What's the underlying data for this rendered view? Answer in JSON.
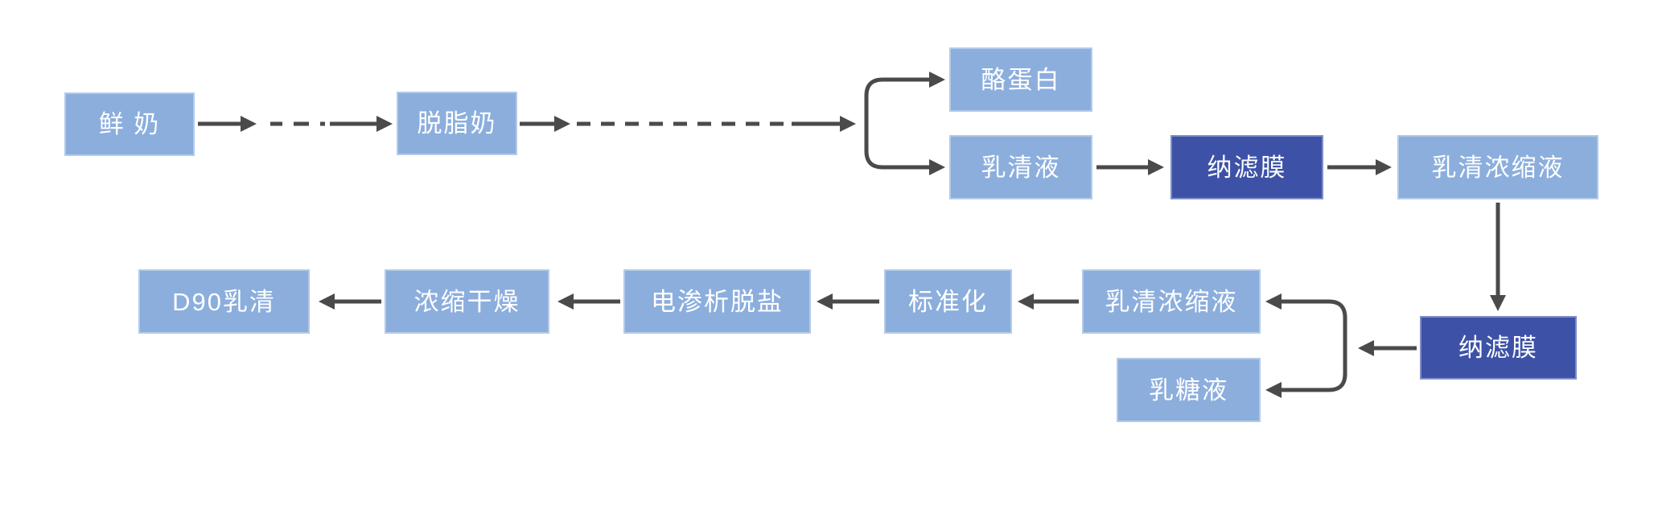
{
  "diagram_type": "flowchart",
  "colors": {
    "node_light": "#8BAEDD",
    "node_dark": "#3D52A7",
    "node_text": "#FFFFFF",
    "connector": "#4A4A4A",
    "background": "#FFFFFF"
  },
  "nodes": {
    "fresh_milk": {
      "label": "鲜 奶",
      "variant": "light"
    },
    "skim_milk": {
      "label": "脱脂奶",
      "variant": "light"
    },
    "casein": {
      "label": "酪蛋白",
      "variant": "light"
    },
    "whey_liquid": {
      "label": "乳清液",
      "variant": "light"
    },
    "nf_membrane_1": {
      "label": "纳滤膜",
      "variant": "dark"
    },
    "whey_concentrate_1": {
      "label": "乳清浓缩液",
      "variant": "light"
    },
    "nf_membrane_2": {
      "label": "纳滤膜",
      "variant": "dark"
    },
    "whey_concentrate_2": {
      "label": "乳清浓缩液",
      "variant": "light"
    },
    "lactose_liquid": {
      "label": "乳糖液",
      "variant": "light"
    },
    "standardization": {
      "label": "标准化",
      "variant": "light"
    },
    "electrodialysis": {
      "label": "电渗析脱盐",
      "variant": "light"
    },
    "concentration_drying": {
      "label": "浓缩干燥",
      "variant": "light"
    },
    "d90_whey": {
      "label": "D90乳清",
      "variant": "light"
    }
  },
  "edges": [
    {
      "from": "fresh_milk",
      "to": "skim_milk",
      "style": "dash-dot"
    },
    {
      "from": "skim_milk",
      "to": "casein",
      "style": "dashed-branch"
    },
    {
      "from": "skim_milk",
      "to": "whey_liquid",
      "style": "dashed-branch"
    },
    {
      "from": "whey_liquid",
      "to": "nf_membrane_1",
      "style": "solid"
    },
    {
      "from": "nf_membrane_1",
      "to": "whey_concentrate_1",
      "style": "solid"
    },
    {
      "from": "whey_concentrate_1",
      "to": "nf_membrane_2",
      "style": "solid"
    },
    {
      "from": "nf_membrane_2",
      "to": "whey_concentrate_2",
      "style": "solid-branch"
    },
    {
      "from": "nf_membrane_2",
      "to": "lactose_liquid",
      "style": "solid-branch"
    },
    {
      "from": "whey_concentrate_2",
      "to": "standardization",
      "style": "solid"
    },
    {
      "from": "standardization",
      "to": "electrodialysis",
      "style": "solid"
    },
    {
      "from": "electrodialysis",
      "to": "concentration_drying",
      "style": "solid"
    },
    {
      "from": "concentration_drying",
      "to": "d90_whey",
      "style": "solid"
    }
  ]
}
